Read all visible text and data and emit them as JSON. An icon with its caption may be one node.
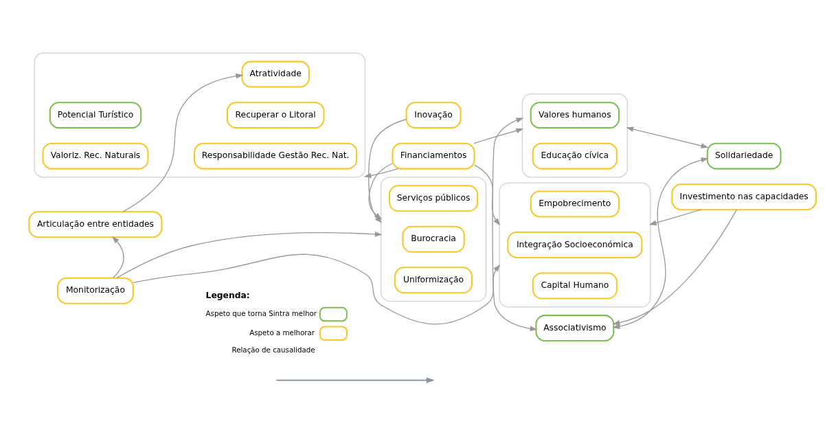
{
  "diagram": {
    "nodes": [
      {
        "text": [],
        "shape": "bracket"
      },
      {
        "text": [
          "Valoriz. Rec. Naturais"
        ],
        "in": 0
      },
      {
        "text": [
          "Responsabilidade Gestão Rec. Nat."
        ],
        "in": 0
      },
      {
        "text": [
          "Potencial Turístico"
        ],
        "in": 0
      },
      {
        "text": [
          "Recuperar o Litoral"
        ],
        "in": 0
      },
      {
        "text": [
          "Atratividade"
        ],
        "in": 0
      },
      {
        "text": [
          "Financiamentos"
        ]
      },
      {
        "text": [],
        "shape": "bracket"
      },
      {
        "text": [
          "Educação cívica"
        ],
        "in": 7
      },
      {
        "text": [
          "Valores humanos"
        ],
        "in": 7
      },
      {
        "text": [
          "Solidariedade"
        ]
      },
      {
        "text": [
          "Articulação entre entidades"
        ]
      },
      {
        "text": [],
        "shape": "bracket"
      },
      {
        "text": [
          "Uniformização"
        ],
        "in": 12
      },
      {
        "text": [
          "Burocracia"
        ],
        "in": 12
      },
      {
        "text": [
          "Serviços públicos"
        ],
        "in": 12
      },
      {
        "text": [
          "Associativismo"
        ]
      },
      {
        "text": [
          "Investimento nas capacidades"
        ]
      },
      {
        "text": [],
        "shape": "bracket"
      },
      {
        "text": [
          "Capital Humano"
        ],
        "in": 18
      },
      {
        "text": [
          "Integração Socioeconómica"
        ],
        "in": 18
      },
      {
        "text": [
          "Empobrecimento"
        ],
        "in": 18
      },
      {
        "text": [
          "Inovação"
        ]
      },
      {
        "text": [
          "Monitorização"
        ]
      }
    ],
    "edges": [
      {
        "from": 6,
        "to": 0,
        "arrow": "to"
      },
      {
        "from": 6,
        "to": 7,
        "arrow": "to"
      },
      {
        "from": 6,
        "to": 12,
        "arrow": "to"
      },
      {
        "from": 6,
        "to": 18,
        "arrow": "to"
      },
      {
        "from": 7,
        "to": 10,
        "arrow": "both"
      },
      {
        "from": 7,
        "to": 16,
        "arrow": "both"
      },
      {
        "from": 10,
        "to": 16,
        "arrow": "both"
      },
      {
        "from": 17,
        "to": 16,
        "arrow": "to"
      },
      {
        "from": 17,
        "to": 18,
        "arrow": "to"
      },
      {
        "from": 11,
        "to": 5,
        "arrow": "to"
      },
      {
        "from": 23,
        "to": 11,
        "arrow": "to"
      },
      {
        "from": 23,
        "to": 12,
        "arrow": "to"
      },
      {
        "from": 23,
        "to": 18,
        "arrow": "to"
      },
      {
        "from": 22,
        "to": 12,
        "arrow": "to"
      }
    ],
    "labels": [
      "Legenda:"
    ],
    "legend": [
      {
        "text": "Aspeto que torna Sintra melhor",
        "color": "#7cbf4f"
      },
      {
        "text": "Aspeto a melhorar",
        "color": "#f9c623"
      },
      {
        "text": "Relação de causalidade"
      }
    ]
  }
}
